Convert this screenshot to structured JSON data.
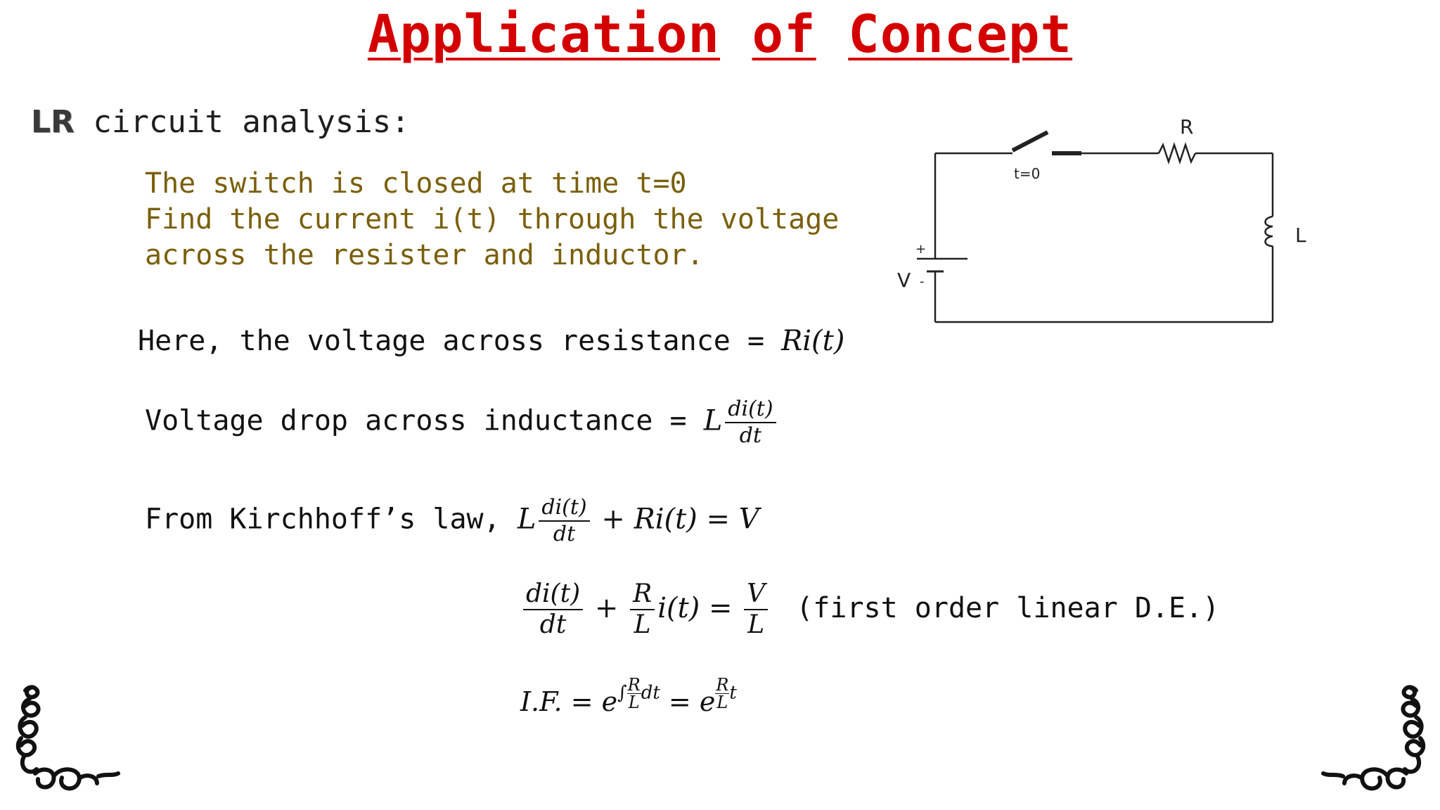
{
  "slide": {
    "title_words": [
      "Application",
      "of",
      "Concept"
    ],
    "subtitle_bold": "LR",
    "subtitle_rest": " circuit analysis:",
    "problem_lines": [
      "The switch is closed at time t=0",
      "Find the current i(t) through the voltage",
      "across the resister and inductor."
    ]
  },
  "equations": {
    "resistance_text": "Here, the voltage across resistance = ",
    "resistance_expr": "Ri(t)",
    "inductance_text": "Voltage drop across inductance = ",
    "inductance_coef": "L",
    "di_dt_num": "di(t)",
    "di_dt_den": "dt",
    "kirchhoff_text": "From Kirchhoff’s law, ",
    "kirchhoff_coef": "L",
    "kirchhoff_rest": " + Ri(t) = V",
    "de_plus": " + ",
    "de_r_num": "R",
    "de_r_den": "L",
    "de_mid": "i(t) = ",
    "de_v_num": "V",
    "de_v_den": "L",
    "de_note": "(first order linear D.E.)",
    "if_lhs": "I.F. = e",
    "if_exp1_prefix": "∫",
    "if_exp1_suffix": "dt",
    "if_eq": " = e",
    "if_exp2_suffix": "t",
    "if_frac_num": "R",
    "if_frac_den": "L"
  },
  "circuit": {
    "switch_label": "t=0",
    "resistor_label": "R",
    "inductor_label": "L",
    "source_label": "V",
    "plus_label": "+",
    "minus_label": "-"
  },
  "colors": {
    "title": "#d40000",
    "problem_text": "#7a5f0a",
    "body_text": "#111111"
  }
}
